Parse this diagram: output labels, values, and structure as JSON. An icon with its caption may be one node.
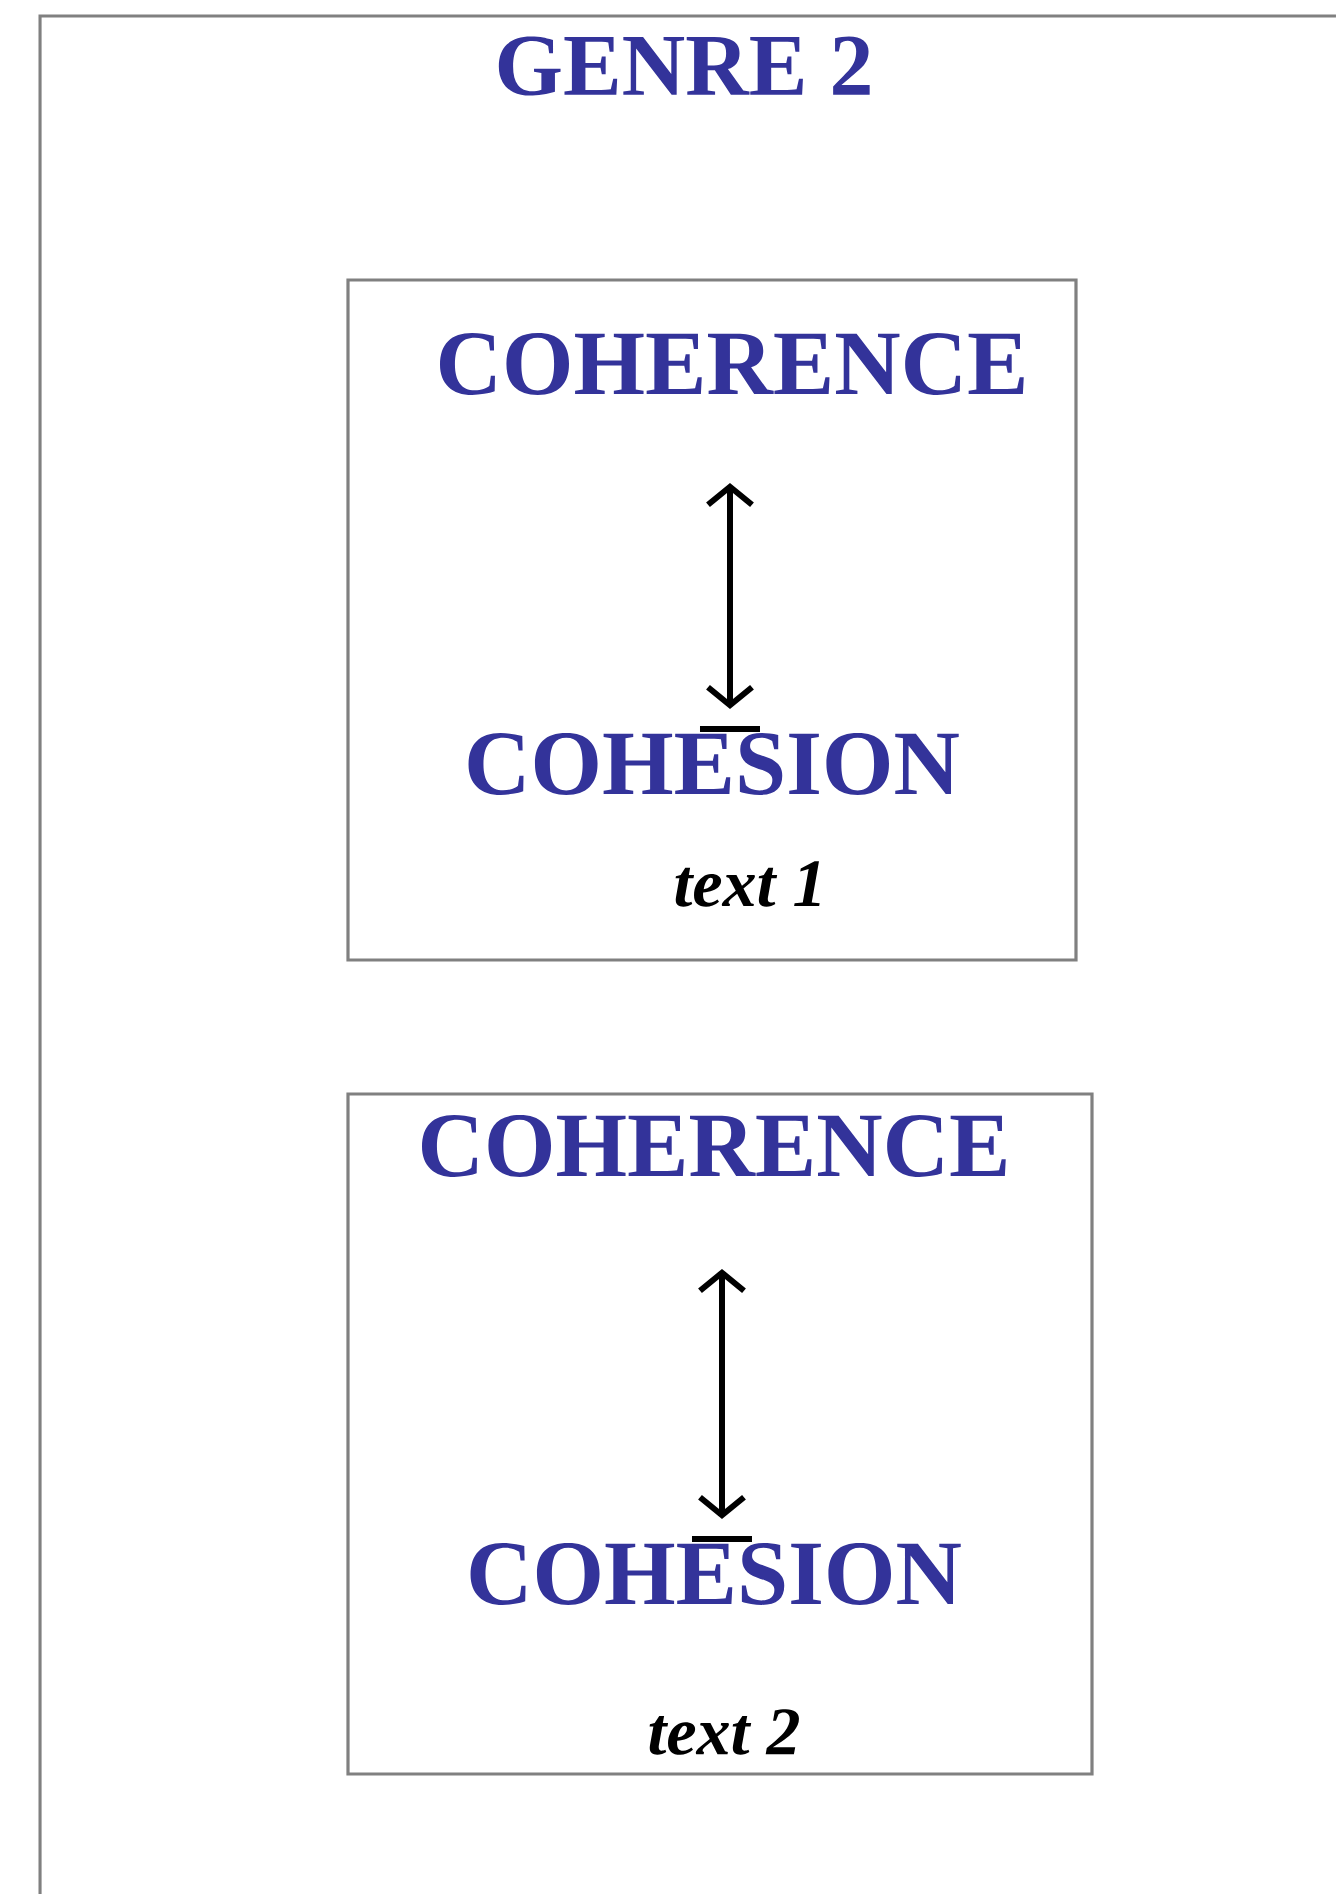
{
  "diagram": {
    "nodes": [
      {
        "text": [
          "GENRE 2"
        ]
      },
      {
        "text": [
          "text 1"
        ],
        "in": 0
      },
      {
        "text": [
          "COHERENCE"
        ],
        "in": 1
      },
      {
        "text": [
          "COHESION"
        ],
        "in": 1
      },
      {
        "text": [
          "text 2"
        ],
        "in": 0
      },
      {
        "text": [
          "COHERENCE"
        ],
        "in": 4
      },
      {
        "text": [
          "COHESION"
        ],
        "in": 4
      }
    ],
    "edges": [
      {
        "from": 2,
        "to": 3,
        "arrow": "both"
      },
      {
        "from": 5,
        "to": 6,
        "arrow": "both"
      }
    ]
  }
}
